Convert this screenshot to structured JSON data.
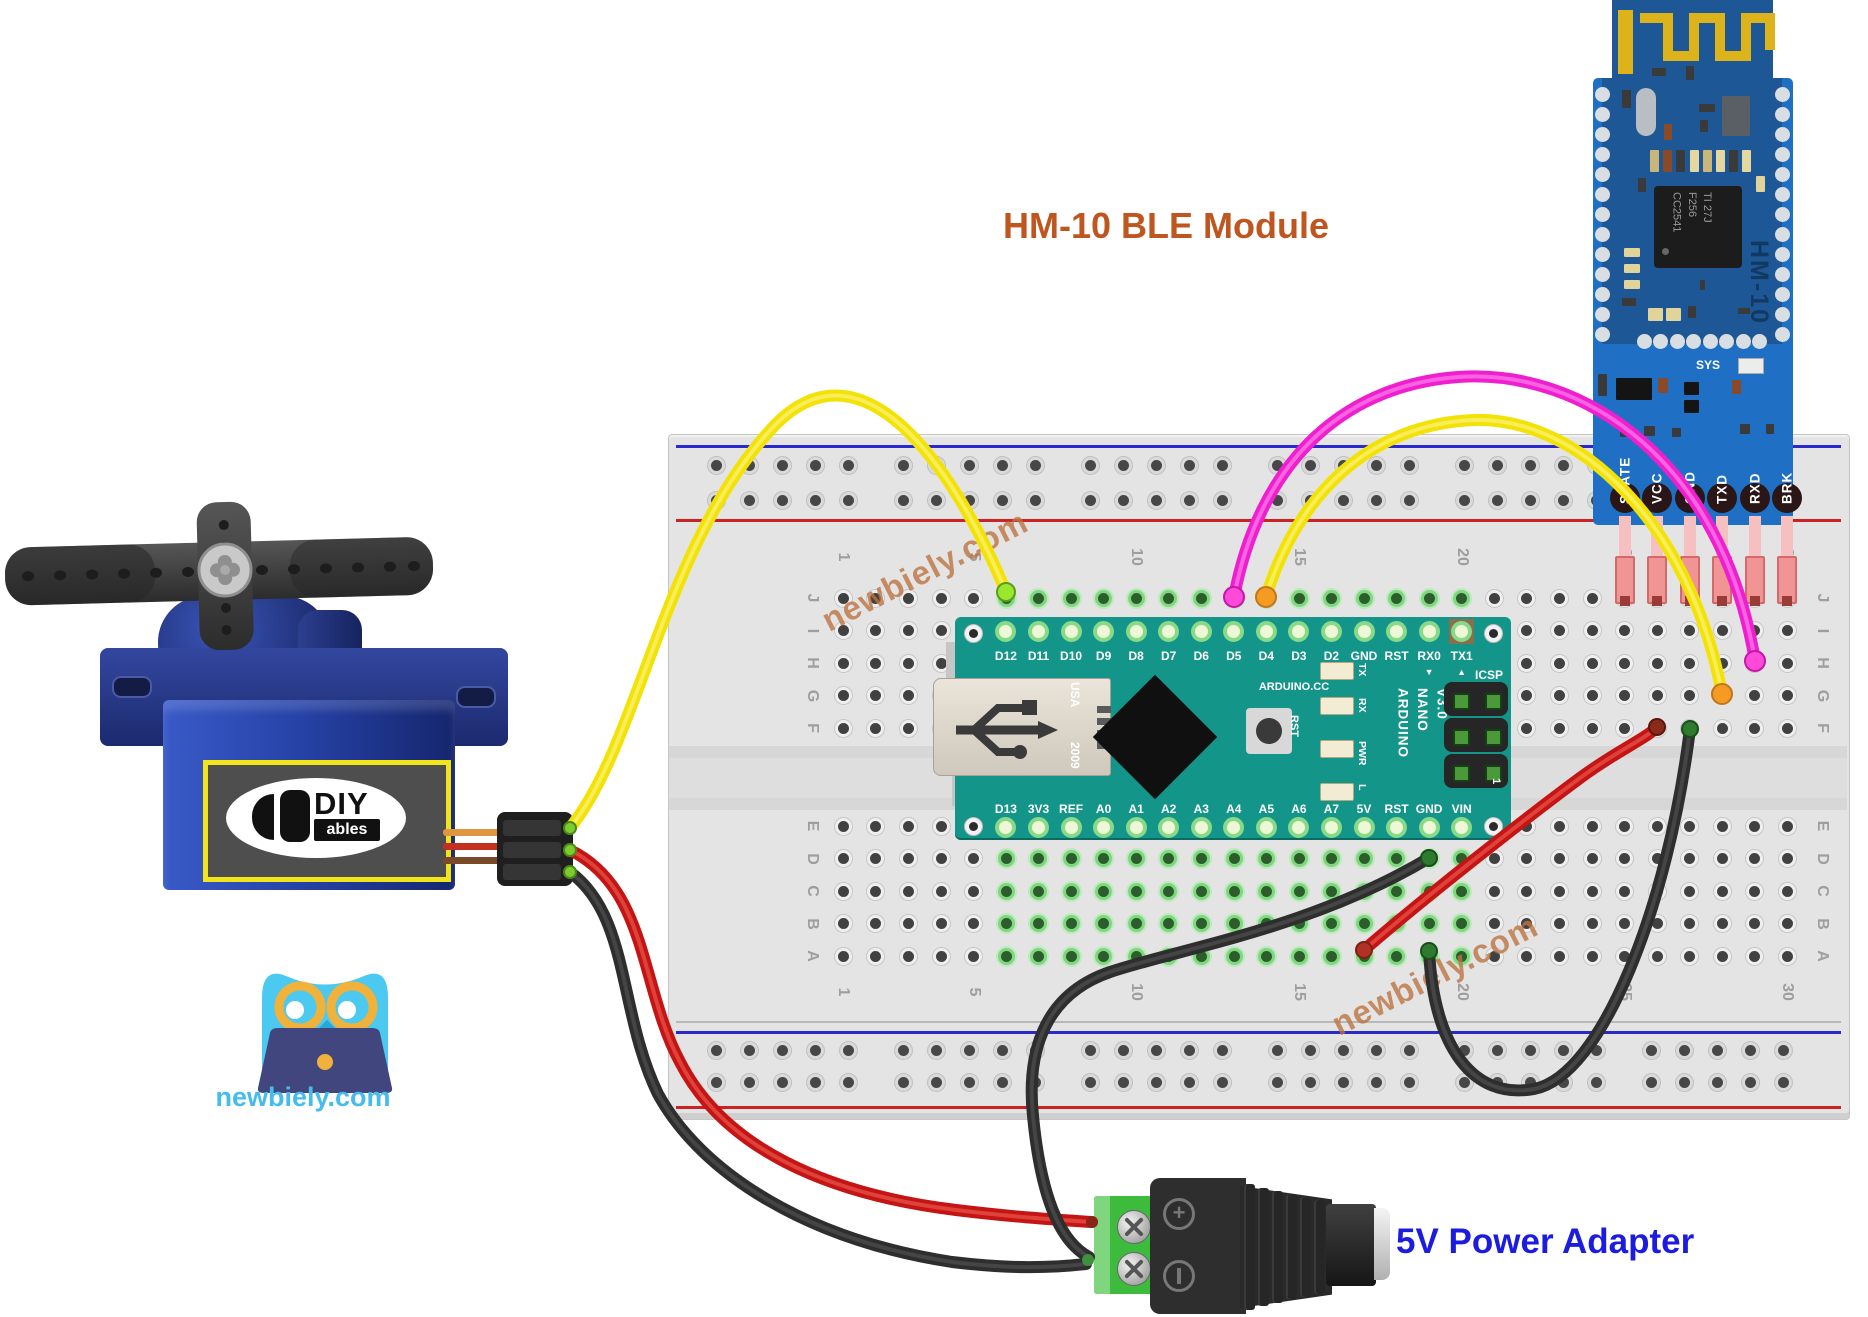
{
  "labels": {
    "hm10_title": "HM-10 BLE Module",
    "adapter_title": "5V Power Adapter",
    "site": "newbiely.com",
    "watermark": "newbiely.com"
  },
  "breadboard": {
    "row_letters_top": [
      "J",
      "I",
      "H",
      "G",
      "F"
    ],
    "row_letters_bottom": [
      "E",
      "D",
      "C",
      "B",
      "A"
    ],
    "column_numbers": [
      "1",
      "5",
      "10",
      "15",
      "20",
      "25",
      "30"
    ]
  },
  "arduino": {
    "top_pins": [
      "D12",
      "D11",
      "D10",
      "D9",
      "D8",
      "D7",
      "D6",
      "D5",
      "D4",
      "D3",
      "D2",
      "GND",
      "RST",
      "RX0",
      "TX1"
    ],
    "bottom_pins": [
      "D13",
      "3V3",
      "REF",
      "A0",
      "A1",
      "A2",
      "A3",
      "A4",
      "A5",
      "A6",
      "A7",
      "5V",
      "RST",
      "GND",
      "VIN"
    ],
    "led_labels": [
      "TX",
      "RX",
      "PWR",
      "L"
    ],
    "name_lines": [
      "ARDUINO",
      "NANO",
      "V3.0"
    ],
    "texts": {
      "vendor": "ARDUINO.CC",
      "usb_top": "USA",
      "usb_bottom": "2009",
      "icsp": "ICSP",
      "rst": "RST",
      "pin1": "1",
      "rx_marker": "▼",
      "tx_marker": "▲"
    }
  },
  "hm10": {
    "pins": [
      "STATE",
      "VCC",
      "GND",
      "TXD",
      "RXD",
      "BRK"
    ],
    "chip_lines": [
      "CC2541",
      "F256",
      "TI 27J"
    ],
    "module_name": "HM-10",
    "sys": "SYS"
  },
  "servo": {
    "logo_main": "DIY",
    "logo_sub": "ables"
  },
  "adapter": {
    "plus": "+"
  },
  "connections": [
    {
      "wire": "yellow",
      "from": "Servo signal",
      "to": "Arduino Nano D12"
    },
    {
      "wire": "magenta",
      "from": "Arduino Nano D5",
      "to": "HM-10 RXD"
    },
    {
      "wire": "yellow",
      "from": "Arduino Nano D4",
      "to": "HM-10 TXD"
    },
    {
      "wire": "red",
      "from": "Arduino Nano 5V",
      "to": "HM-10 VCC"
    },
    {
      "wire": "black",
      "from": "Arduino Nano GND",
      "to": "HM-10 GND"
    },
    {
      "wire": "red",
      "from": "Servo power",
      "to": "5V adapter +"
    },
    {
      "wire": "black",
      "from": "Servo ground",
      "to": "5V adapter −"
    }
  ],
  "wire_colors": {
    "yellow": "#f2e205",
    "magenta": "#ef1fd0",
    "red": "#c41414",
    "black": "#2e2e2e"
  }
}
